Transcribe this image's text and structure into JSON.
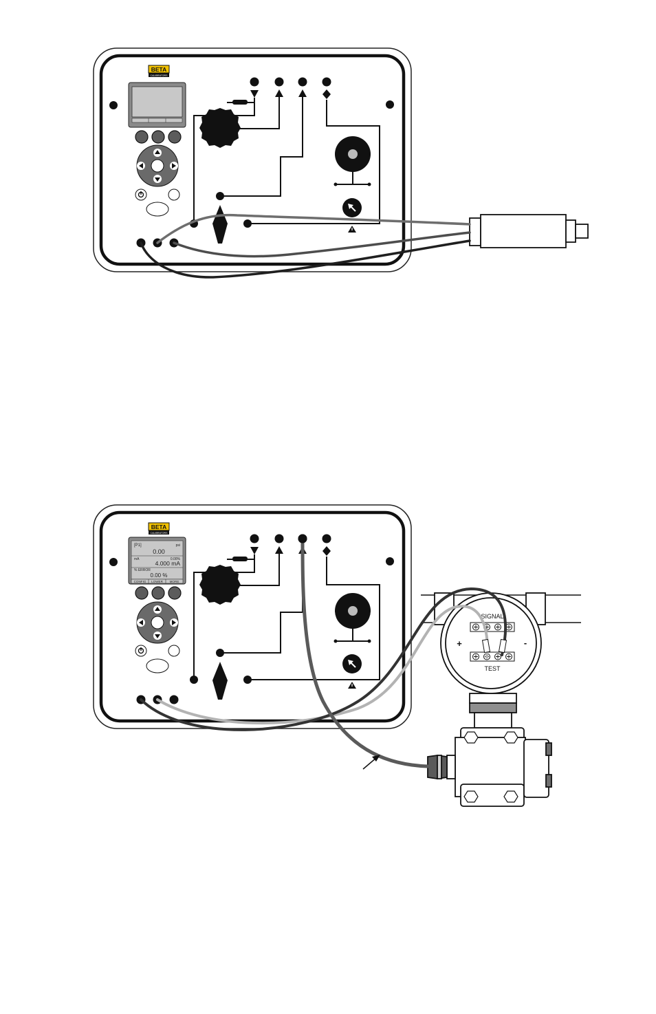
{
  "brand": {
    "name": "BETA",
    "sub": "CALIBRATORS"
  },
  "display": {
    "port": "[P1]",
    "unit": "psi",
    "value": "0.00",
    "ma_label": "mA",
    "pct": "0.00%",
    "ma_value": "4.000 mA",
    "err_label": "% ERROR",
    "err_value": "0.00 %",
    "softkeys": [
      "CONFIG",
      "LOWER",
      "MORE"
    ]
  },
  "transmitter": {
    "signal_label": "SIGNAL",
    "test_label": "TEST",
    "plus": "+",
    "minus": "-"
  },
  "colors": {
    "line": "#1a1a1a",
    "hose": "#5a5a5a",
    "light_lead": "#b3b3b3",
    "mid_lead": "#6e6e6e",
    "screen": "#c8c8c8",
    "bezel": "#8a8a8a",
    "brand": "#f2c200"
  }
}
